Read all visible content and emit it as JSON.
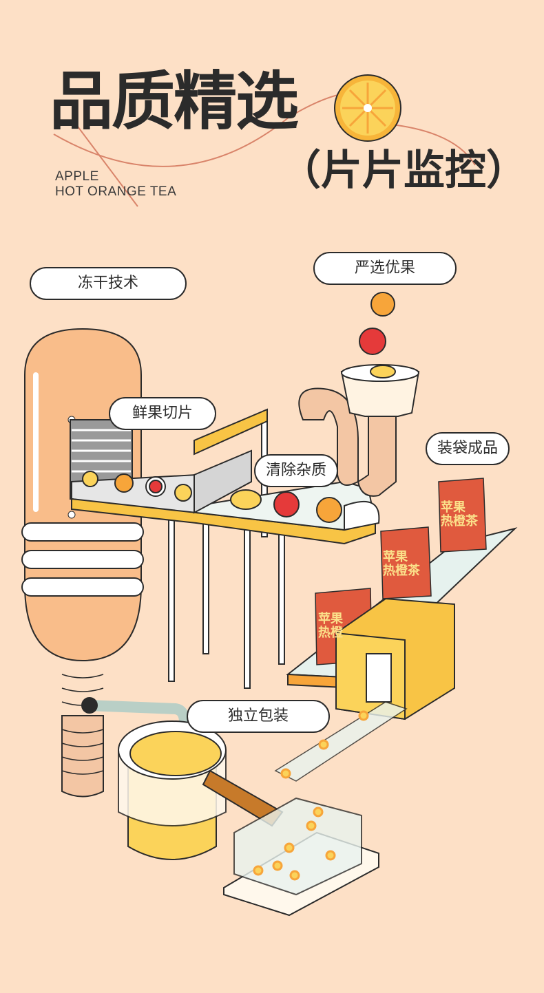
{
  "header": {
    "title": "品质精选",
    "subtitle": "片片监控",
    "subtitle_open": "（",
    "subtitle_close": "）",
    "english_line1": "APPLE",
    "english_line2": "HOT ORANGE TEA"
  },
  "labels": {
    "freeze_dry": "冻干技术",
    "select_fruit": "严选优果",
    "fresh_slice": "鲜果切片",
    "remove_impurities": "清除杂质",
    "bagged_product": "装袋成品",
    "individual_pack": "独立包装"
  },
  "product": {
    "bag_line1": "苹果",
    "bag_line2": "热橙茶",
    "bag_line2_partial": "热橙"
  },
  "colors": {
    "background": "#fde0c6",
    "orange": "#f7a53a",
    "tank": "#f9bd8a",
    "bag": "#e05a3e",
    "yellow_box": "#f8c445",
    "ink": "#2b2b2b"
  }
}
